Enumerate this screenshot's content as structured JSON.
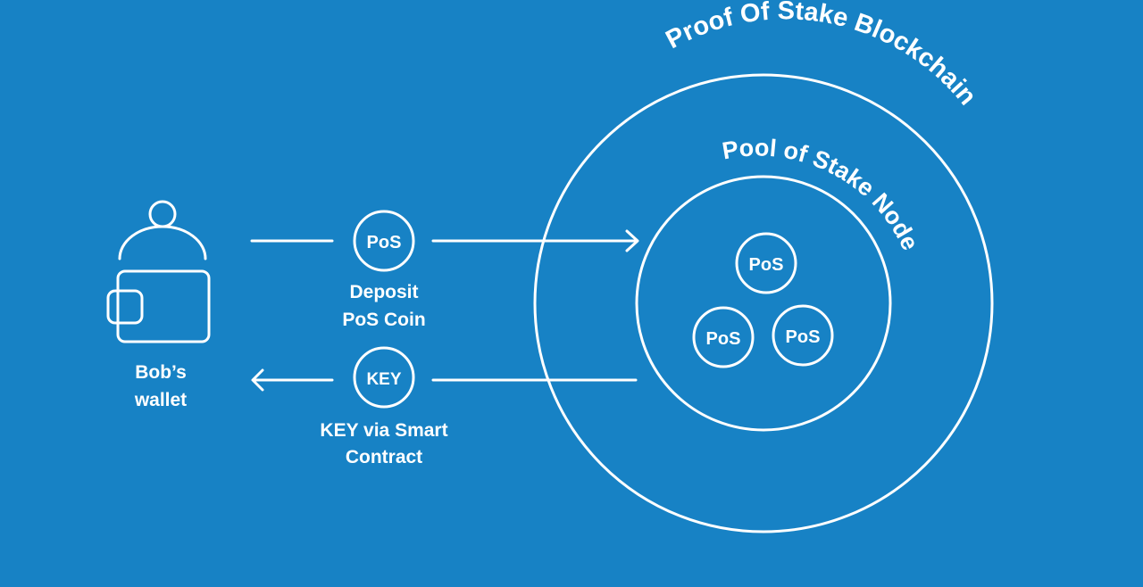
{
  "colors": {
    "background": "#1782c5",
    "foreground": "#ffffff"
  },
  "wallet": {
    "icon": "person-wallet-icon",
    "label_line1": "Bob’s",
    "label_line2": "wallet"
  },
  "deposit": {
    "coin_label": "PoS",
    "caption_line1": "Deposit",
    "caption_line2": "PoS Coin"
  },
  "key_return": {
    "coin_label": "KEY",
    "caption_line1": "KEY via Smart",
    "caption_line2": "Contract"
  },
  "blockchain": {
    "title": "Proof Of Stake Blockchain"
  },
  "pool": {
    "title": "Pool of Stake Node",
    "coins": [
      "PoS",
      "PoS",
      "PoS"
    ]
  }
}
